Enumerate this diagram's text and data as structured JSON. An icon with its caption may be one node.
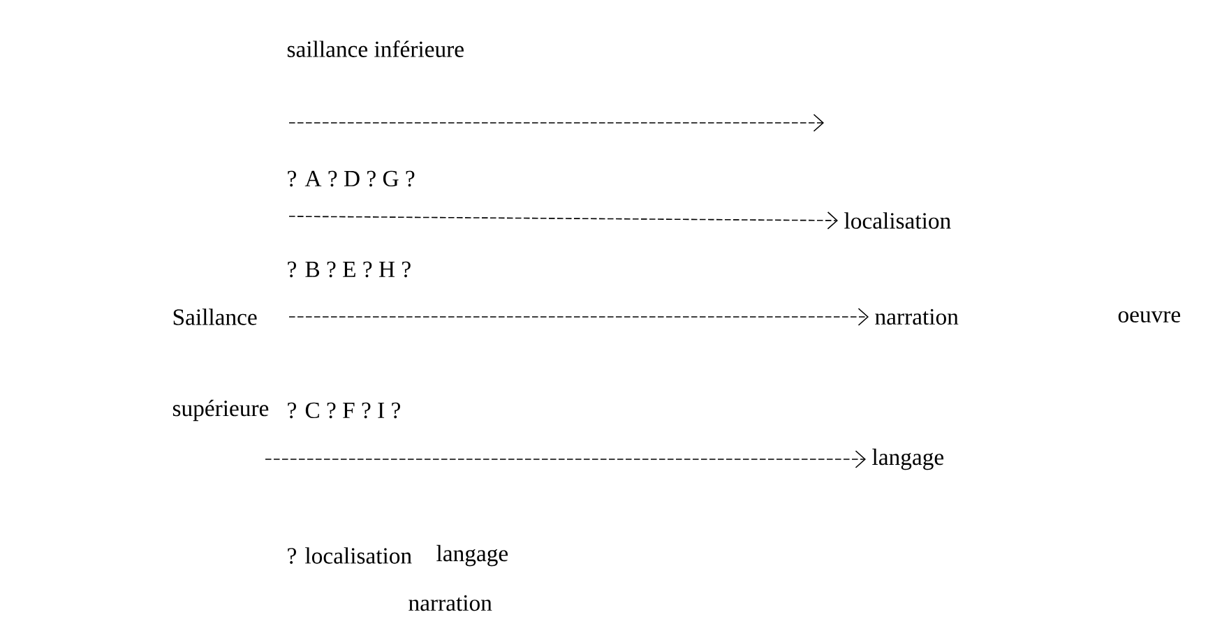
{
  "diagram": {
    "nodes": [
      {
        "text": [
          "localisation"
        ]
      },
      {
        "text": [
          "narration"
        ]
      },
      {
        "text": [
          "langage"
        ]
      }
    ],
    "edges": [
      {
        "from": null,
        "to": 0,
        "arrow": "to",
        "style": "dashed"
      },
      {
        "from": null,
        "to": 1,
        "arrow": "to",
        "style": "dashed"
      },
      {
        "from": null,
        "to": 2,
        "arrow": "to",
        "style": "dashed"
      }
    ],
    "labels": [
      "saillance inférieure",
      "? A ? D ? G ?",
      "? B ? E ? H ?",
      "Saillance",
      "oeuvre",
      "supérieure",
      "? C ? F ? I ?",
      "? localisation",
      "langage",
      "narration"
    ]
  }
}
